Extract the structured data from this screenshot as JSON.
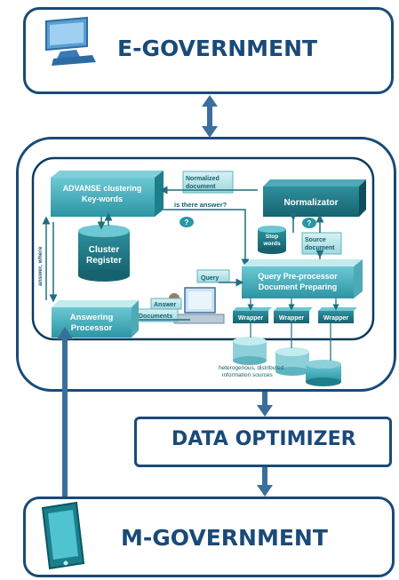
{
  "e_government": {
    "title": "E-GOVERNMENT",
    "icon": "monitor-icon"
  },
  "data_optimizer": {
    "title": "DATA OPTIMIZER"
  },
  "m_government": {
    "title": "M-GOVERNMENT",
    "icon": "smartphone-icon"
  },
  "system": {
    "advanse": "ADVANSE clustering",
    "advanse2": "Key-words",
    "cluster_register": "Cluster",
    "cluster_register2": "Register",
    "normalized_document": "Normalized",
    "normalized_document2": "document",
    "is_there_answer": "is there answer?",
    "question_mark": "?",
    "normalizator": "Normalizator",
    "stop_words": "Stop",
    "stop_words2": "words",
    "source_document": "Source",
    "source_document2": "document",
    "answer_where": "answer, where",
    "query": "Query",
    "answer": "Answer",
    "documents": "Documents",
    "query_preprocessor": "Query Pre-processor",
    "document_preparing": "Document Preparing",
    "answering_processor": "Answering",
    "answering_processor2": "Processor",
    "wrapper": "Wrapper",
    "sources_caption": "heterogenous, distributed",
    "sources_caption2": "information sources"
  },
  "colors": {
    "frame": "#1a4a78",
    "arrow": "#3a6f9c",
    "teal": "#3fb0bf",
    "teal_dark": "#1f6f7d",
    "mint": "#bfe8ec"
  }
}
